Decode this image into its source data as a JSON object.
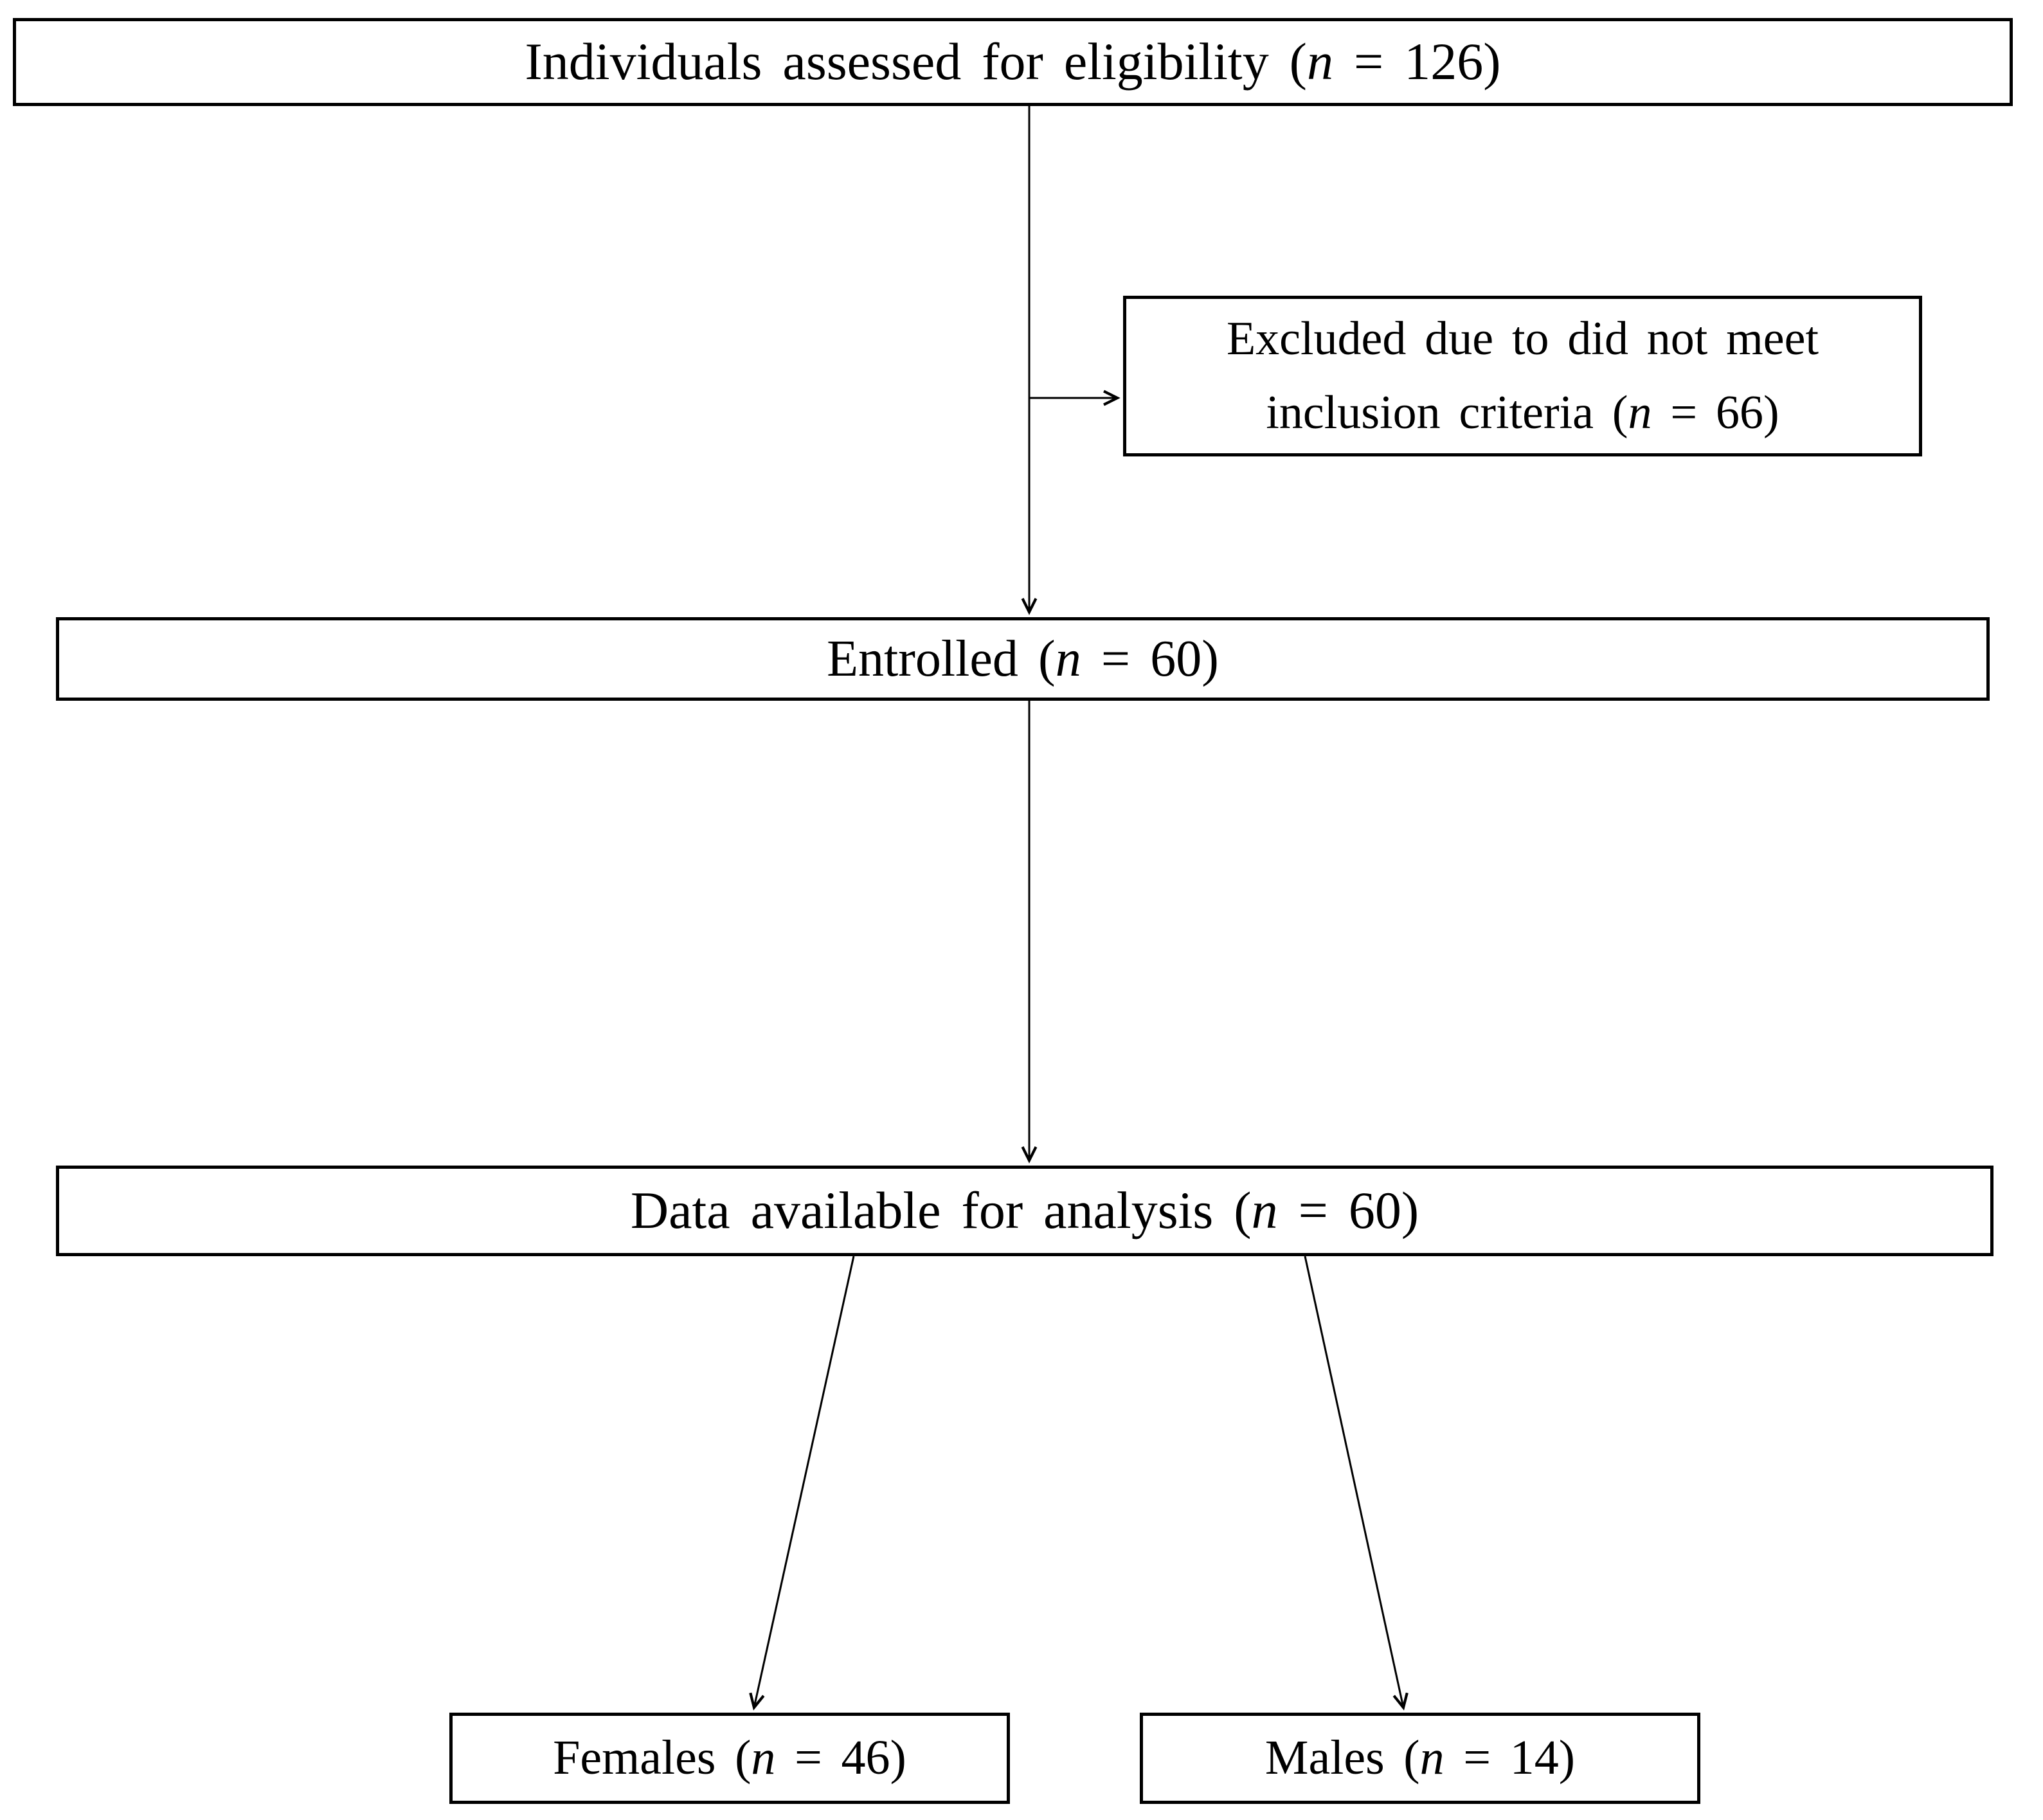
{
  "diagram": {
    "background_color": "#ffffff",
    "line_color": "#000000",
    "text_color": "#000000",
    "nodes": {
      "eligibility": {
        "before": "Individuals assessed for eligibility (",
        "n": "n",
        "after": " = 126)",
        "count": 126
      },
      "excluded": {
        "line1": "Excluded due to did not meet",
        "line2_before": "inclusion criteria (",
        "n": "n",
        "line2_after": " = 66)",
        "count": 66
      },
      "enrolled": {
        "before": "Entrolled (",
        "n": "n",
        "after": " = 60)",
        "count": 60
      },
      "analysis": {
        "before": "Data available for analysis (",
        "n": "n",
        "after": " = 60)",
        "count": 60
      },
      "females": {
        "before": "Females (",
        "n": "n",
        "after": " = 46)",
        "count": 46
      },
      "males": {
        "before": "Males (",
        "n": "n",
        "after": " = 14)",
        "count": 14
      }
    }
  }
}
